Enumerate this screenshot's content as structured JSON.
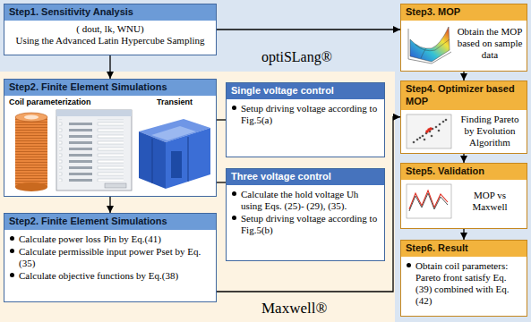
{
  "diagram": {
    "nodes": [
      {
        "text": [
          "Step1. Sensitivity Analysis",
          "( dout, lk, WNU)",
          "Using the Advanced Latin Hypercube Sampling"
        ]
      },
      {
        "text": [
          "Step2. Finite Element Simulations",
          "Coil parameterization",
          "Transient"
        ]
      },
      {
        "text": [
          "Single voltage control",
          "Setup driving voltage according to Fig.5(a)"
        ]
      },
      {
        "text": [
          "Three voltage control",
          "Calculate the hold voltage Uh using Eqs. (25)- (29), (35).",
          "Setup driving voltage according to Fig.5(b)"
        ]
      },
      {
        "text": [
          "Step2. Finite Element Simulations",
          "Calculate power loss Pin by Eq.(41)",
          "Calculate permissible input power Pset by Eq.(35)",
          "Calculate objective functions by Eq.(38)"
        ]
      },
      {
        "text": [
          "Step3. MOP",
          "Obtain the MOP based on sample data"
        ]
      },
      {
        "text": [
          "Step4. Optimizer based MOP",
          "Finding Pareto by Evolution Algorithm"
        ]
      },
      {
        "text": [
          "Step5. Validation",
          "MOP vs Maxwell"
        ]
      },
      {
        "text": [
          "Step6. Result",
          "Obtain coil parameters: Pareto front satisfy Eq.(39) combined with Eq.(42)"
        ]
      }
    ],
    "edges": [
      {
        "from": 0,
        "to": 1,
        "arrow": "to"
      },
      {
        "from": 0,
        "to": 5,
        "arrow": "to"
      },
      {
        "from": 1,
        "to": 2,
        "arrow": "none"
      },
      {
        "from": 1,
        "to": 3,
        "arrow": "none"
      },
      {
        "from": 1,
        "to": 4,
        "arrow": "to"
      },
      {
        "from": 4,
        "to": 6,
        "arrow": "to"
      },
      {
        "from": 5,
        "to": 6,
        "arrow": "to"
      },
      {
        "from": 6,
        "to": 7,
        "arrow": "to"
      },
      {
        "from": 7,
        "to": 8,
        "arrow": "to"
      }
    ],
    "labels": [
      "optiSLang®",
      "Maxwell®"
    ]
  }
}
